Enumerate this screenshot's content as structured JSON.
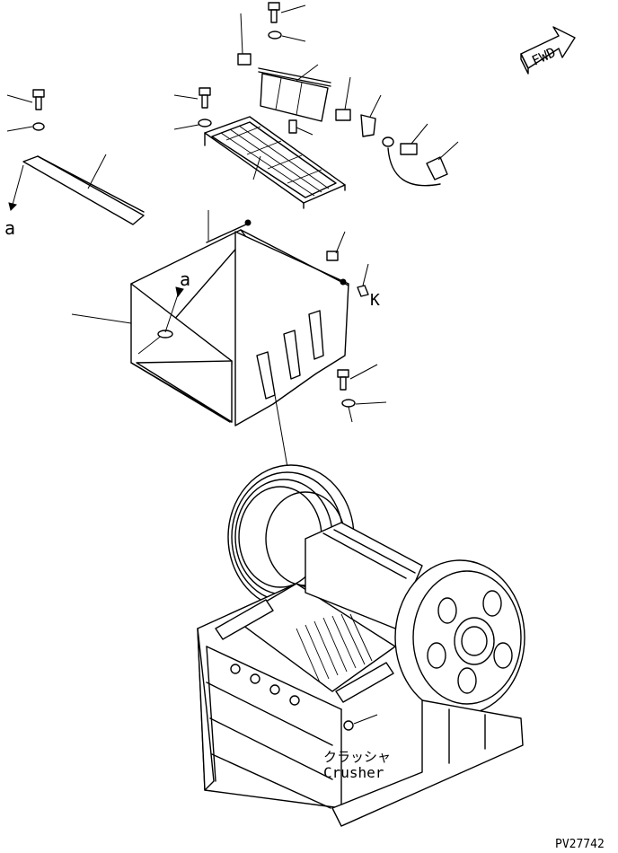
{
  "labels": {
    "fwd": "FWD",
    "ref_a_left": "a",
    "ref_a_hopper": "a",
    "ref_k": "K",
    "crusher_jp": "クラッシャ",
    "crusher_en": "Crusher",
    "drawing_no": "PV27742"
  }
}
